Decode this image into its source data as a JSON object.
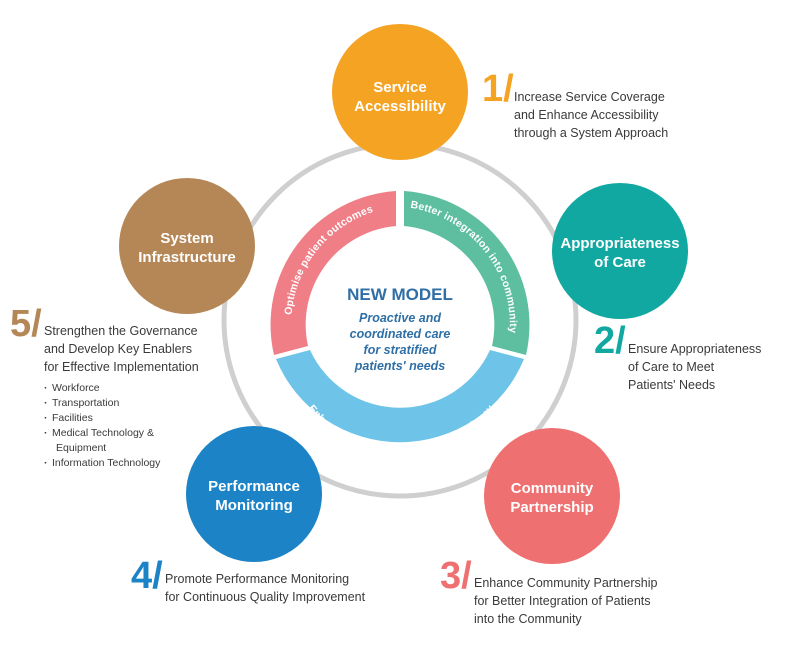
{
  "center": {
    "title": "NEW MODEL",
    "subtitle_lines": [
      "Proactive and",
      "coordinated care",
      "for stratified",
      "patients' needs"
    ]
  },
  "ring": {
    "segments": [
      {
        "label": "Better integration into community",
        "color": "#5dbf9f"
      },
      {
        "label": "Enhance patient flow & system efficiency",
        "color": "#6ec4e8"
      },
      {
        "label": "Optimise patient outcomes",
        "color": "#f07e86"
      }
    ]
  },
  "circles": [
    {
      "key": "service",
      "lines": [
        "Service",
        "Accessibility"
      ],
      "color": "#f4a323"
    },
    {
      "key": "appropriateness",
      "lines": [
        "Appropriateness",
        "of Care"
      ],
      "color": "#11a8a1"
    },
    {
      "key": "community",
      "lines": [
        "Community",
        "Partnership"
      ],
      "color": "#ef7071"
    },
    {
      "key": "performance",
      "lines": [
        "Performance",
        "Monitoring"
      ],
      "color": "#1c84c6"
    },
    {
      "key": "system",
      "lines": [
        "System",
        "Infrastructure"
      ],
      "color": "#b58757"
    }
  ],
  "annotations": [
    {
      "key": "a1",
      "num": "1/",
      "color": "#f4a323",
      "lines": [
        "Increase Service Coverage",
        "and Enhance Accessibility",
        "through a System Approach"
      ]
    },
    {
      "key": "a2",
      "num": "2/",
      "color": "#11a8a1",
      "lines": [
        "Ensure Appropriateness",
        "of Care to Meet",
        "Patients' Needs"
      ]
    },
    {
      "key": "a3",
      "num": "3/",
      "color": "#ef7071",
      "lines": [
        "Enhance Community Partnership",
        "for Better Integration of Patients",
        "into the Community"
      ]
    },
    {
      "key": "a4",
      "num": "4/",
      "color": "#1c84c6",
      "lines": [
        "Promote Performance Monitoring",
        "for Continuous Quality Improvement"
      ]
    },
    {
      "key": "a5",
      "num": "5/",
      "color": "#b58757",
      "lines": [
        "Strengthen the Governance",
        "and Develop Key Enablers",
        "for Effective Implementation"
      ]
    }
  ],
  "enablers": [
    "Workforce",
    "Transportation",
    "Facilities",
    "Medical Technology &",
    "Equipment",
    "Information Technology"
  ]
}
